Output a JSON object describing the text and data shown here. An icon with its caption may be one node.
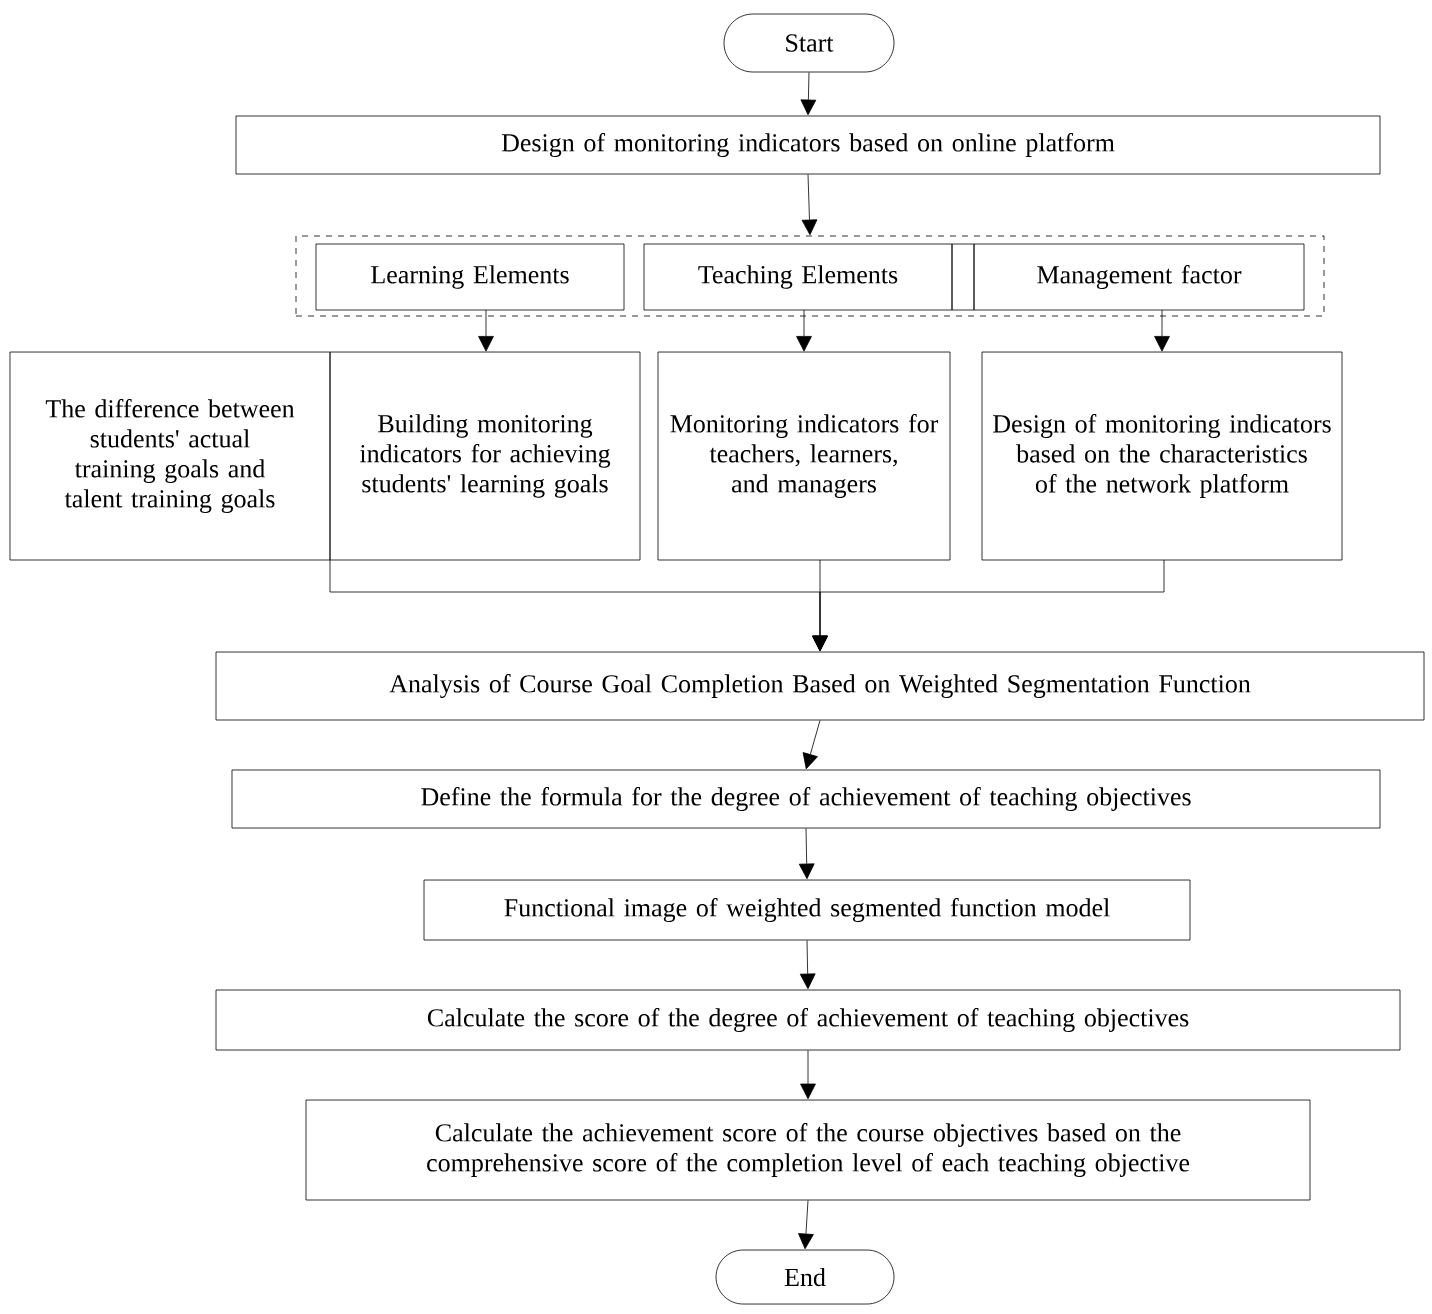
{
  "diagram": {
    "nodes": [
      {
        "text": [
          "Start"
        ]
      },
      {
        "text": [
          "Design of monitoring indicators based on online platform"
        ]
      },
      {
        "text": [],
        "shape": "box"
      },
      {
        "text": [
          "Learning Elements"
        ],
        "in": 2
      },
      {
        "text": [
          "Teaching Elements"
        ],
        "in": 2
      },
      {
        "text": [
          "Management factor"
        ],
        "in": 2
      },
      {
        "text": [
          "The difference between students' actual training goals and talent training goals"
        ]
      },
      {
        "text": [
          "Building monitoring indicators for achieving students' learning goals"
        ]
      },
      {
        "text": [
          "Monitoring indicators for teachers, learners, and managers"
        ]
      },
      {
        "text": [
          "Design of monitoring indicators based on the characteristics of the network platform"
        ]
      },
      {
        "text": [
          "Analysis of Course Goal Completion Based on Weighted Segmentation Function"
        ]
      },
      {
        "text": [
          "Define the formula for the degree of achievement of teaching objectives"
        ]
      },
      {
        "text": [
          "Functional image of weighted segmented function model"
        ]
      },
      {
        "text": [
          "Calculate the score of the degree of achievement of teaching objectives"
        ]
      },
      {
        "text": [
          "Calculate the achievement score of the course objectives based on the comprehensive score of the completion level of each teaching objective"
        ]
      },
      {
        "text": [
          "End"
        ]
      }
    ],
    "edges": [
      {
        "from": 0,
        "to": 1,
        "arrow": "to"
      },
      {
        "from": 1,
        "to": 2,
        "arrow": "to"
      },
      {
        "from": 3,
        "to": 7,
        "arrow": "to"
      },
      {
        "from": 4,
        "to": 8,
        "arrow": "to"
      },
      {
        "from": 5,
        "to": 9,
        "arrow": "to"
      },
      {
        "from": 7,
        "to": 10,
        "arrow": "to"
      },
      {
        "from": 8,
        "to": 10,
        "arrow": "to"
      },
      {
        "from": 9,
        "to": 10,
        "arrow": "to"
      },
      {
        "from": 10,
        "to": 11,
        "arrow": "to"
      },
      {
        "from": 11,
        "to": 12,
        "arrow": "to"
      },
      {
        "from": 12,
        "to": 13,
        "arrow": "to"
      },
      {
        "from": 13,
        "to": 14,
        "arrow": "to"
      },
      {
        "from": 14,
        "to": 15,
        "arrow": "to"
      }
    ]
  }
}
